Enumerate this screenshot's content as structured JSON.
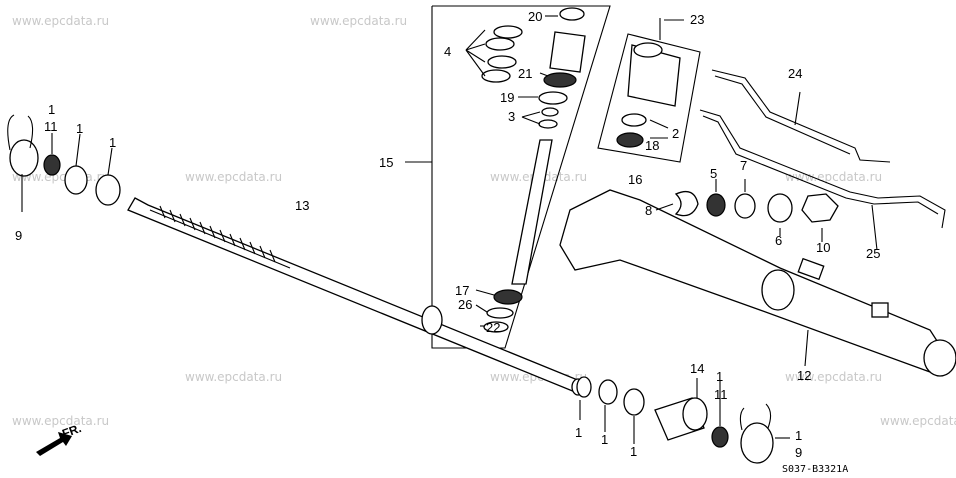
{
  "watermark": "www.epcdata.ru",
  "drawing_code": "S037-B3321A",
  "direction_label": "FR.",
  "callouts": {
    "c1a": "1",
    "c1b": "1",
    "c1c": "1",
    "c1d": "1",
    "c1e": "1",
    "c1f": "1",
    "c1g": "1",
    "c2": "2",
    "c3": "3",
    "c4": "4",
    "c5": "5",
    "c6": "6",
    "c7": "7",
    "c8": "8",
    "c9a": "9",
    "c9b": "9",
    "c10": "10",
    "c11a": "11",
    "c11b": "11",
    "c12": "12",
    "c13": "13",
    "c14": "14",
    "c15": "15",
    "c16": "16",
    "c17": "17",
    "c18": "18",
    "c19": "19",
    "c20": "20",
    "c21": "21",
    "c22": "22",
    "c23": "23",
    "c24": "24",
    "c25": "25",
    "c26": "26"
  }
}
